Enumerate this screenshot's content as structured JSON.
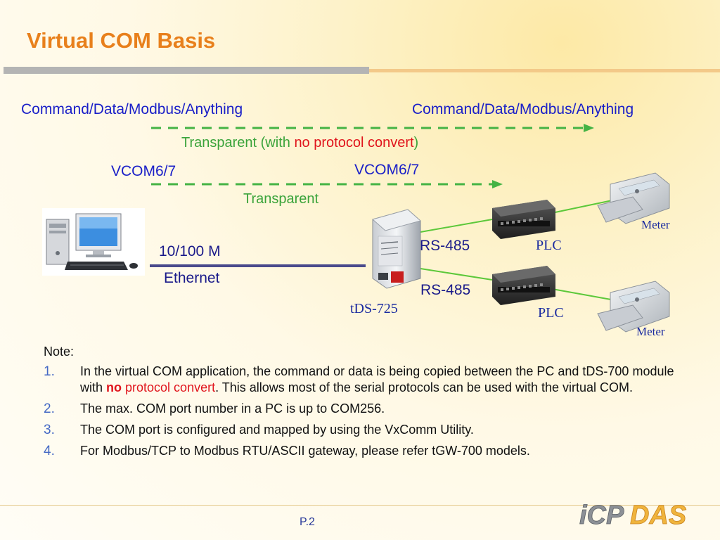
{
  "title": "Virtual COM Basis",
  "top_flow": {
    "left_label": "Command/Data/Modbus/Anything",
    "right_label": "Command/Data/Modbus/Anything",
    "transparent_prefix": "Transparent (with ",
    "transparent_highlight": "no protocol convert",
    "transparent_suffix": ")"
  },
  "vcom_flow": {
    "left_label": "VCOM6/7",
    "right_label": "VCOM6/7",
    "transparent_label": "Transparent"
  },
  "ethernet": {
    "speed_label": "10/100 M",
    "medium_label": "Ethernet"
  },
  "device": {
    "name": "tDS-725"
  },
  "links": [
    {
      "bus": "RS-485",
      "target": "PLC",
      "meter": "Meter"
    },
    {
      "bus": "RS-485",
      "target": "PLC",
      "meter": "Meter"
    }
  ],
  "note": {
    "heading": "Note:",
    "items": [
      {
        "num": "1.",
        "text_before": "In the virtual COM application, the command or data is being copied between the PC and tDS-700 module with ",
        "text_bold_red": "no",
        "text_red": " protocol convert",
        "text_after": ". This allows most of the serial protocols can be used with the virtual COM."
      },
      {
        "num": "2.",
        "text": "The max. COM port number in a PC is up to COM256."
      },
      {
        "num": "3.",
        "text": "The COM port is configured and mapped by using the VxComm Utility."
      },
      {
        "num": "4.",
        "text": "For Modbus/TCP to Modbus RTU/ASCII gateway, please refer tGW-700 models."
      }
    ]
  },
  "footer": {
    "page": "P.2",
    "logo": {
      "part1": "iCP",
      "part2": "DAS"
    }
  },
  "colors": {
    "title": "#e8801c",
    "label_blue": "#1a1fc8",
    "transparent_green": "#3aa33a",
    "highlight_red": "#e0141c",
    "ethernet_line": "#4a4a8c",
    "rs485_line": "#5cc83a"
  }
}
